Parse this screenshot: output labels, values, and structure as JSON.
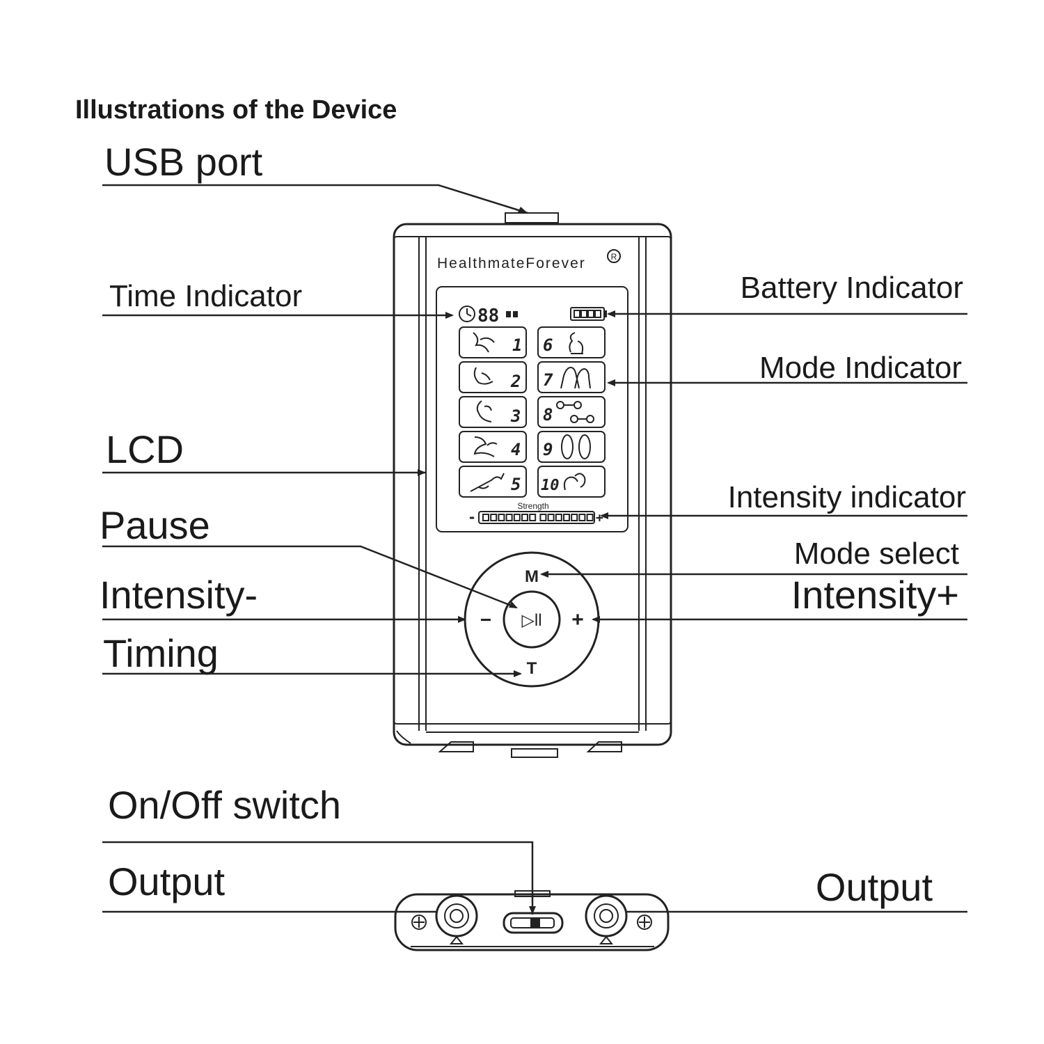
{
  "heading": "Illustrations of the Device",
  "brand": "HealthmateForever",
  "brand_mark": "R",
  "labels": {
    "usb_port": "USB  port",
    "time_indicator": "Time Indicator",
    "lcd": "LCD",
    "pause": "Pause",
    "intensity_minus": "Intensity-",
    "timing": "Timing",
    "battery_indicator": "Battery Indicator",
    "mode_indicator": "Mode Indicator",
    "intensity_indicator": "Intensity indicator",
    "mode_select": "Mode select",
    "intensity_plus": "Intensity+",
    "on_off_switch": "On/Off  switch",
    "output_left": "Output",
    "output_right": "Output"
  },
  "lcd": {
    "time_digits": "88",
    "strength_label": "Strength",
    "minus": "-",
    "plus": "+",
    "modes_left": [
      "1",
      "2",
      "3",
      "4",
      "5"
    ],
    "modes_right": [
      "6",
      "7",
      "8",
      "9",
      "10"
    ]
  },
  "buttons": {
    "mode": "M",
    "timer": "T",
    "minus": "−",
    "plus": "+",
    "play_pause": "▷ll"
  },
  "icons": {
    "clock": "clock-icon",
    "battery": "battery-icon",
    "play_pause": "play-pause-icon",
    "output_jack": "output-jack-icon",
    "switch": "slide-switch-icon"
  }
}
